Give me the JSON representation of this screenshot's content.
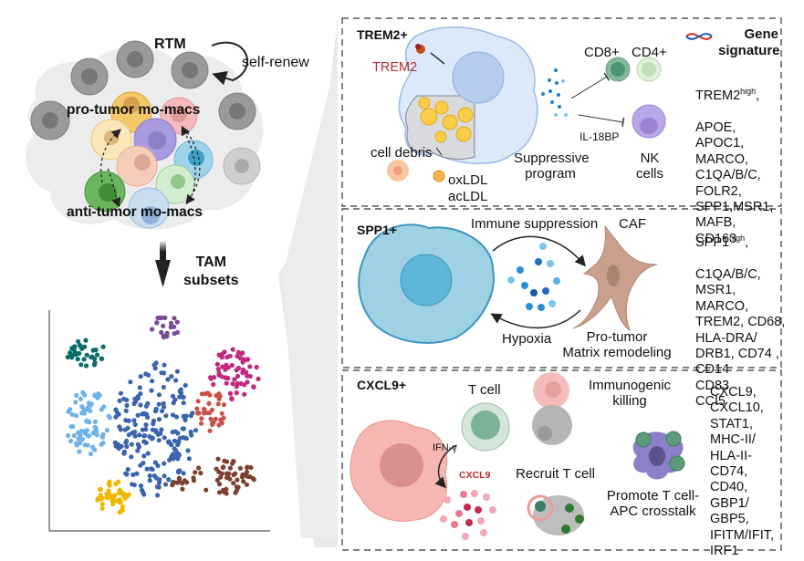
{
  "left": {
    "rtm_label": "RTM",
    "self_renew_label": "self-renew",
    "pro_tumor_label": "pro-tumor mo-macs",
    "anti_tumor_label": "anti-tumor mo-macs",
    "tam_label_line1": "TAM",
    "tam_label_line2": "subsets",
    "cluster_colors": {
      "teal": "#0b6b6b",
      "purple": "#7a4a9a",
      "blue": "#3a64ad",
      "light_blue": "#6fb2e8",
      "magenta": "#c2287e",
      "red": "#c9534a",
      "brown": "#7b4130",
      "yellow": "#f0b800"
    }
  },
  "trem2_panel": {
    "title": "TREM2+",
    "receptor_label": "TREM2",
    "receptor_color": "#b03030",
    "cell_debris_label": "cell debris",
    "oxldl_label": "oxLDL",
    "acldl_label": "acLDL",
    "suppressive_line1": "Suppressive",
    "suppressive_line2": "program",
    "cd8_label": "CD8+",
    "cd4_label": "CD4+",
    "il18bp_label": "IL-18BP",
    "nk_line1": "NK",
    "nk_line2": "cells",
    "gene_signature_line1": "Gene",
    "gene_signature_line2": "signature",
    "genes_first": "TREM2",
    "genes_first_sup": "high",
    "genes_first_suffix": ",",
    "genes_rest": "APOE,\nAPOC1,\nMARCO,\nC1QA/B/C,\nFOLR2,\nSPP1,MSR1,\nMAFB,\nCD163"
  },
  "spp1_panel": {
    "title": "SPP1+",
    "immune_suppression_label": "Immune suppression",
    "caf_label": "CAF",
    "hypoxia_label": "Hypoxia",
    "pro_tumor_line1": "Pro-tumor",
    "pro_tumor_line2": "Matrix remodeling",
    "genes_first": "SPP1",
    "genes_first_sup": "high",
    "genes_first_suffix": ",",
    "genes_rest": "C1QA/B/C,\nMSR1,\nMARCO,\nTREM2, CD68,\nHLA-DRA/\nDRB1, CD74 ,\nCD14\nCD83\nCCI5"
  },
  "cxcl9_panel": {
    "title": "CXCL9+",
    "t_cell_label": "T cell",
    "ifn_label": "IFN-γ",
    "cxcl9_label": "CXCL9",
    "cxcl9_color": "#c0282d",
    "immunogenic_line1": "Immunogenic",
    "immunogenic_line2": "killing",
    "recruit_label": "Recruit T cell",
    "promote_line1": "Promote T cell-",
    "promote_line2": "APC crosstalk",
    "genes": "CXCL9,\nCXCL10,\nSTAT1,\nMHC-II/\nHLA-II-\nCD74,\nCD40,\nGBP1/\nGBP5,\nIFITM/IFIT,\nIRF1"
  }
}
